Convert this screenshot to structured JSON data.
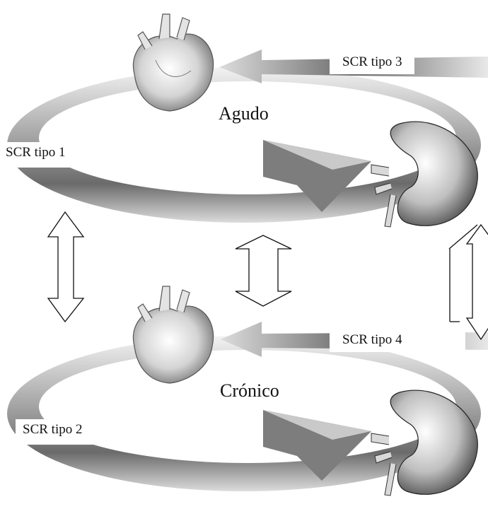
{
  "labels": {
    "type1": "SCR tipo 1",
    "type2": "SCR tipo 2",
    "type3": "SCR tipo 3",
    "type4": "SCR tipo 4"
  },
  "cycles": {
    "acute": "Agudo",
    "chronic": "Crónico"
  },
  "icons": [
    "heart-icon",
    "kidney-icon",
    "double-arrow-icon"
  ],
  "colors": {
    "ring_dark": "#4a4a4a",
    "ring_light": "#e6e6e6",
    "heart": "#cfcfcf",
    "kidney": "#bdbdbd"
  }
}
